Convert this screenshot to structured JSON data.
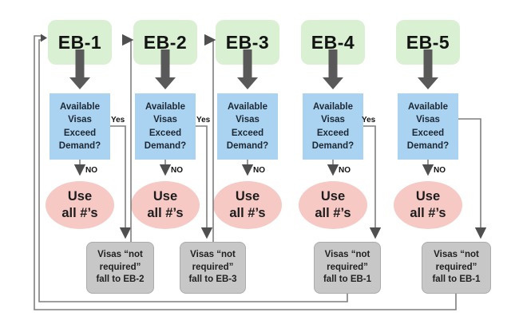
{
  "diagram": {
    "columns": [
      {
        "label": "EB-1",
        "question": [
          "Available",
          "Visas",
          "Exceed",
          "Demand?"
        ],
        "no_label": "NO",
        "use": [
          "Use",
          "all #’s"
        ],
        "yes_label": "Yes"
      },
      {
        "label": "EB-2",
        "question": [
          "Available",
          "Visas",
          "Exceed",
          "Demand?"
        ],
        "no_label": "NO",
        "use": [
          "Use",
          "all #’s"
        ],
        "yes_label": "Yes"
      },
      {
        "label": "EB-3",
        "question": [
          "Available",
          "Visas",
          "Exceed",
          "Demand?"
        ],
        "no_label": "NO",
        "use": [
          "Use",
          "all #’s"
        ],
        "yes_label": ""
      },
      {
        "label": "EB-4",
        "question": [
          "Available",
          "Visas",
          "Exceed",
          "Demand?"
        ],
        "no_label": "NO",
        "use": [
          "Use",
          "all #’s"
        ],
        "yes_label": "Yes"
      },
      {
        "label": "EB-5",
        "question": [
          "Available",
          "Visas",
          "Exceed",
          "Demand?"
        ],
        "no_label": "NO",
        "use": [
          "Use",
          "all #’s"
        ],
        "yes_label": ""
      }
    ],
    "fall_boxes": [
      {
        "lines": [
          "Visas “not",
          "required”",
          "fall to EB-2"
        ]
      },
      {
        "lines": [
          "Visas “not",
          "required”",
          "fall to EB-3"
        ]
      },
      {
        "lines": [
          "Visas “not",
          "required”",
          "fall to EB-1"
        ]
      },
      {
        "lines": [
          "Visas “not",
          "required”",
          "fall to EB-1"
        ]
      }
    ],
    "colors": {
      "category_box": "#d9f0d3",
      "question_box": "#a9d3f0",
      "use_ellipse": "#f6c9c5",
      "fallthrough_box": "#c7c7c7",
      "thick_arrow": "#595959",
      "connector_line": "#7f7f7f"
    }
  }
}
